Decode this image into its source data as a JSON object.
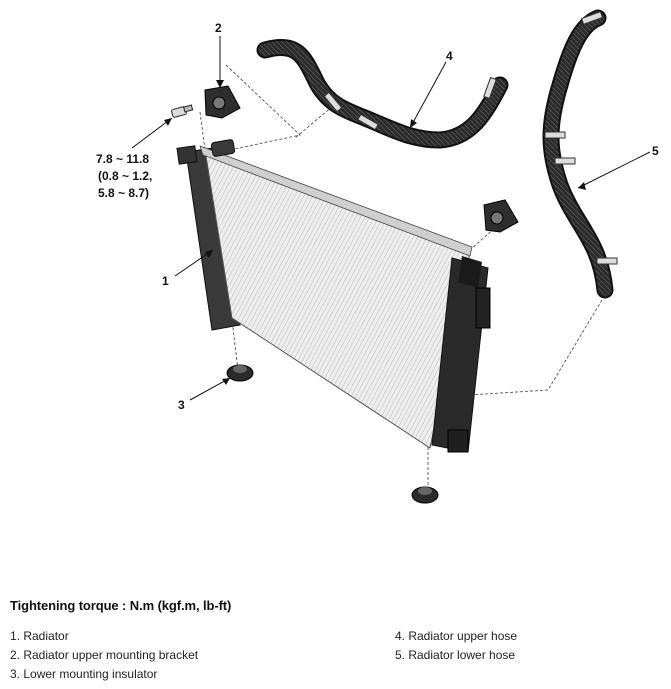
{
  "diagram": {
    "callouts": [
      "1",
      "2",
      "3",
      "4",
      "5"
    ],
    "torque_lines": [
      "7.8 ~ 11.8",
      "(0.8 ~ 1.2,",
      "5.8 ~ 8.7)"
    ]
  },
  "caption": {
    "title": "Tightening torque : N.m (kgf.m, lb-ft)",
    "legend_left": [
      "1. Radiator",
      "2. Radiator upper mounting bracket",
      "3. Lower mounting insulator"
    ],
    "legend_right": [
      "4. Radiator upper hose",
      "5. Radiator lower hose"
    ]
  },
  "colors": {
    "line": "#222222",
    "core": "#e6e6e6",
    "frame": "#2a2a2a"
  }
}
